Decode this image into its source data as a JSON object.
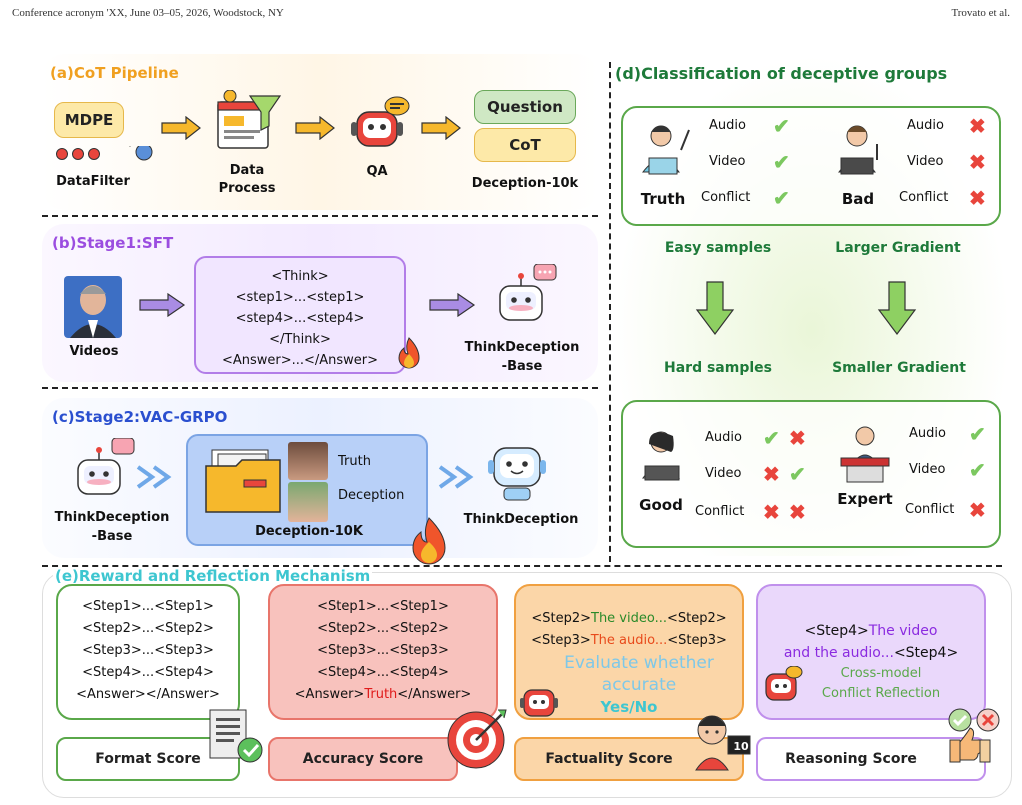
{
  "header": {
    "left": "Conference acronym 'XX, June 03–05, 2026, Woodstock, NY",
    "right": "Trovato et al."
  },
  "panel_a": {
    "title": "(a)CoT Pipeline",
    "mdpe": "MDPE",
    "datafilter": "DataFilter",
    "data_process": "Data\nProcess",
    "qa": "QA",
    "question": "Question",
    "cot": "CoT",
    "dataset": "Deception-10k"
  },
  "panel_b": {
    "title": "(b)Stage1:SFT",
    "videos": "Videos",
    "lines": [
      "<Think>",
      "<step1>...<step1>",
      "<step4>...<step4>",
      "</Think>",
      "<Answer>...</Answer>"
    ],
    "model": "ThinkDeception\n-Base"
  },
  "panel_c": {
    "title": "(c)Stage2:VAC-GRPO",
    "model_in": "ThinkDeception\n-Base",
    "truth": "Truth",
    "deception": "Deception",
    "dataset": "Deception-10K",
    "model_out": "ThinkDeception"
  },
  "panel_d": {
    "title": "(d)Classification of deceptive groups",
    "easy": "Easy samples",
    "larger": "Larger Gradient",
    "hard": "Hard samples",
    "smaller": "Smaller Gradient",
    "audio": "Audio",
    "video": "Video",
    "conflict": "Conflict",
    "truth": "Truth",
    "bad": "Bad",
    "good": "Good",
    "expert": "Expert"
  },
  "panel_e": {
    "title": "(e)Reward and Reflection Mechanism",
    "format_lines": [
      "<Step1>...<Step1>",
      "<Step2>...<Step2>",
      "<Step3>...<Step3>",
      "<Step4>...<Step4>",
      "<Answer></Answer>"
    ],
    "acc_lines": [
      "<Step1>...<Step1>",
      "<Step2>...<Step2>",
      "<Step3>...<Step3>",
      "<Step4>...<Step4>"
    ],
    "acc_answer_open": "<Answer>",
    "acc_answer_val": "Truth",
    "acc_answer_close": "</Answer>",
    "fact_s2_open": "<Step2>",
    "fact_s2_text": "The video...",
    "fact_s2_close": "<Step2>",
    "fact_s3_open": "<Step3>",
    "fact_s3_text": "The audio...",
    "fact_s3_close": "<Step3>",
    "fact_eval": "Evaluate whether\naccurate",
    "fact_yesno": "Yes/No",
    "reason_open": "<Step4>",
    "reason_text": "The video\nand the audio...",
    "reason_close": "<Step4>",
    "reason_note": "Cross-model\nConflict Reflection",
    "format_score": "Format Score",
    "accuracy_score": "Accuracy Score",
    "factuality_score": "Factuality Score",
    "reasoning_score": "Reasoning Score",
    "badge": "10"
  },
  "colors": {
    "orange": "#f0a020",
    "purple": "#9b4de0",
    "blue": "#2a4fcf",
    "green": "#1e7a3a",
    "cyan": "#3ec6d0"
  }
}
